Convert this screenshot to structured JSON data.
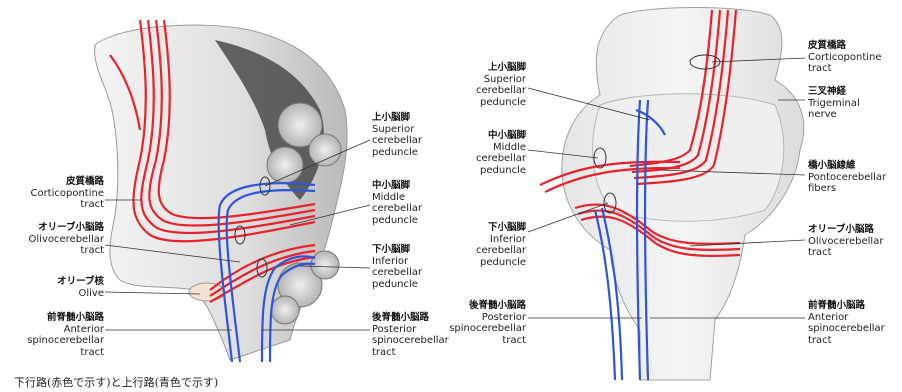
{
  "colors": {
    "descending": "#e8232b",
    "ascending": "#2f55d8",
    "tissue": "#d9d9d9"
  },
  "left_panel": {
    "superior_peduncle": {
      "jp": "上小脳脚",
      "en": [
        "Superior",
        "cerebellar",
        "peduncle"
      ]
    },
    "corticopontine": {
      "jp": "皮質橋路",
      "en": [
        "Corticopontine",
        "tract"
      ]
    },
    "middle_peduncle": {
      "jp": "中小脳脚",
      "en": [
        "Middle",
        "cerebellar",
        "peduncle"
      ]
    },
    "olivocerebellar": {
      "jp": "オリーブ小脳路",
      "en": [
        "Olivocerebellar",
        "tract"
      ]
    },
    "inferior_peduncle": {
      "jp": "下小脳脚",
      "en": [
        "Inferior",
        "cerebellar",
        "peduncle"
      ]
    },
    "olive": {
      "jp": "オリーブ核",
      "en": [
        "Olive"
      ]
    },
    "anterior_spino": {
      "jp": "前脊髄小脳路",
      "en": [
        "Anterior",
        "spinocerebellar",
        "tract"
      ]
    },
    "posterior_spino": {
      "jp": "後脊髄小脳路",
      "en": [
        "Posterior",
        "spinocerebellar",
        "tract"
      ]
    }
  },
  "right_panel": {
    "superior_peduncle": {
      "jp": "上小脳脚",
      "en": [
        "Superior",
        "cerebellar",
        "peduncle"
      ]
    },
    "corticopontine": {
      "jp": "皮質橋路",
      "en": [
        "Corticopontine",
        "tract"
      ]
    },
    "trigeminal": {
      "jp": "三叉神経",
      "en": [
        "Trigeminal",
        "nerve"
      ]
    },
    "middle_peduncle": {
      "jp": "中小脳脚",
      "en": [
        "Middle",
        "cerebellar",
        "peduncle"
      ]
    },
    "pontocerebellar": {
      "jp": "橋小脳線維",
      "en": [
        "Pontocerebellar",
        "fibers"
      ]
    },
    "inferior_peduncle": {
      "jp": "下小脳脚",
      "en": [
        "Inferior",
        "cerebellar",
        "peduncle"
      ]
    },
    "olivocerebellar": {
      "jp": "オリーブ小脳路",
      "en": [
        "Olivocerebellar",
        "tract"
      ]
    },
    "posterior_spino": {
      "jp": "後脊髄小脳路",
      "en": [
        "Posterior",
        "spinocerebellar",
        "tract"
      ]
    },
    "anterior_spino": {
      "jp": "前脊髄小脳路",
      "en": [
        "Anterior",
        "spinocerebellar",
        "tract"
      ]
    }
  },
  "caption": "下行路(赤色で示す)と上行路(青色で示す)"
}
